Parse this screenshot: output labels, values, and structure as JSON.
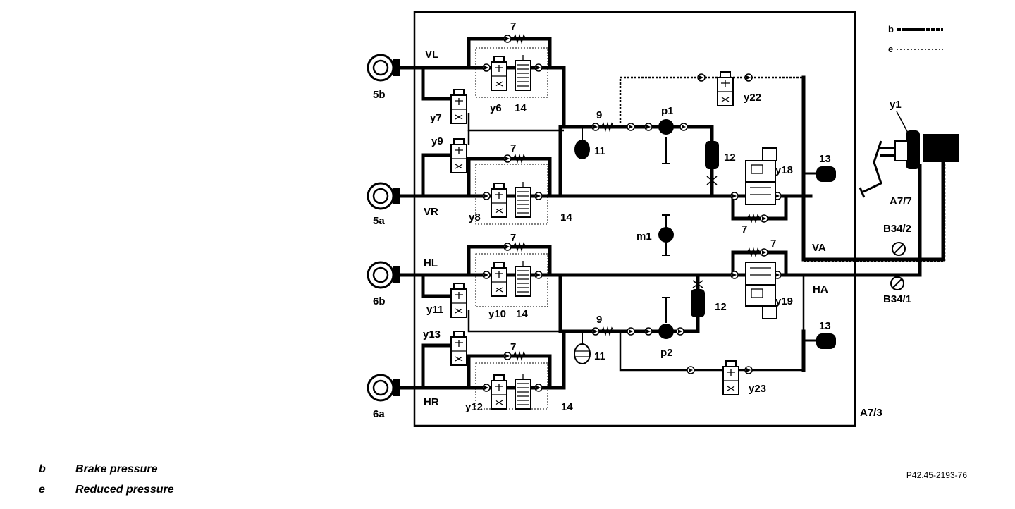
{
  "diagram": {
    "enclosure_label": "A7/3",
    "wheels": [
      {
        "id": "5b",
        "circuit": "VL"
      },
      {
        "id": "5a",
        "circuit": "VR"
      },
      {
        "id": "6b",
        "circuit": "HL"
      },
      {
        "id": "6a",
        "circuit": "HR"
      }
    ],
    "circuit_labels": [
      "VL",
      "VR",
      "HL",
      "HR",
      "VA",
      "HA"
    ],
    "valve_labels": [
      "y6",
      "y7",
      "y8",
      "y9",
      "y10",
      "y11",
      "y12",
      "y13",
      "y18",
      "y19",
      "y22",
      "y23",
      "y1"
    ],
    "component_labels": [
      "7",
      "9",
      "11",
      "12",
      "13",
      "14",
      "p1",
      "p2",
      "m1"
    ],
    "sensor_labels": [
      "B34/2",
      "B34/1"
    ],
    "master_cylinder_label": "A7/7",
    "inner_legend": [
      {
        "key": "b"
      },
      {
        "key": "e"
      }
    ]
  },
  "legend": [
    {
      "key": "b",
      "text": "Brake pressure"
    },
    {
      "key": "e",
      "text": "Reduced pressure"
    }
  ],
  "reference": "P42.45-2193-76"
}
